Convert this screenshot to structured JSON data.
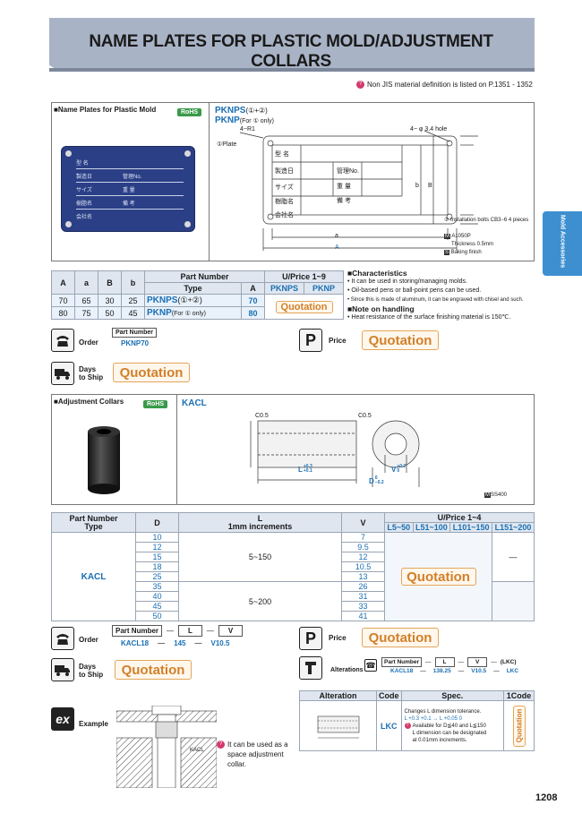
{
  "header": {
    "title": "NAME PLATES FOR PLASTIC MOLD/ADJUSTMENT COLLARS",
    "note": "Non JIS material definition is listed on P.1351 - 1352",
    "side_tab": "Mold Accessories"
  },
  "colors": {
    "banner": "#a9b3c6",
    "accent_blue": "#1a6fb3",
    "quote_orange": "#d2802a",
    "rohs_green": "#3a9a4a"
  },
  "plates": {
    "section_label": "Name Plates for Plastic Mold",
    "rohs": "RoHS",
    "pknps_line": "PKNPS",
    "pknps_suffix": "(①+②)",
    "pknp_line": "PKNP",
    "pknp_suffix": "(For ① only)",
    "dim_4r1": "4−R1",
    "dim_hole": "4− φ 3.4 hole",
    "plate_label": "①Plate",
    "bolts": "② Installation bolts  CB3−6  4 pieces",
    "mat_m": "M",
    "material": "A1050P",
    "thickness": "Thickness    0.5mm",
    "mat_s": "S",
    "finish": "Baking finish",
    "dim_a": "a",
    "dim_A": "A",
    "dim_b": "b",
    "dim_B": "B",
    "photo_rows": [
      "型  名",
      "製造日",
      "サイズ",
      "樹脂名",
      "会社名"
    ],
    "photo_right": [
      "管理No.",
      "重  量",
      "備  考"
    ],
    "drawing_rows": [
      "型  名",
      "製造日",
      "サイズ",
      "樹脂名",
      "会社名"
    ],
    "drawing_right": [
      "管理No.",
      "重  量",
      "備  考"
    ]
  },
  "plate_table": {
    "headers": {
      "A": "A",
      "a": "a",
      "B": "B",
      "b": "b",
      "part_number": "Part Number",
      "type": "Type",
      "A2": "A",
      "uprice": "U/Price   1~9",
      "pknps": "PKNPS",
      "pknp": "PKNP"
    },
    "rows": [
      {
        "A": "70",
        "a": "65",
        "B": "30",
        "b": "25",
        "type": "PKNPS",
        "type_suffix": "(①+②)",
        "A2": "70"
      },
      {
        "A": "80",
        "a": "75",
        "B": "50",
        "b": "45",
        "type": "PKNP",
        "type_suffix": "(For ① only)",
        "A2": "80"
      }
    ],
    "quotation": "Quotation"
  },
  "characteristics": {
    "title": "■Characteristics",
    "items": [
      "• It can be used in storing/managing molds.",
      "• Oil-based pens or ball-point pens can be used.",
      "• Since this is made of aluminum, it can be engraved with chisel and such."
    ],
    "handling_title": "■Note on handling",
    "handling_items": [
      "• Heat resistance of the surface finishing material is 150℃."
    ]
  },
  "plate_order": {
    "order_label": "Order",
    "part_number_label": "Part Number",
    "example": "PKNP70",
    "days_label": "Days\nto Ship",
    "days_line1": "Days",
    "days_line2": "to Ship",
    "price_label": "Price",
    "quotation": "Quotation"
  },
  "collars": {
    "section_label": "■Adjustment Collars",
    "rohs": "RoHS",
    "type": "KACL",
    "c05_left": "C0.5",
    "c05_right": "C0.5",
    "L_tol": "L",
    "L_tol_vals": "+0.3\n+0.1",
    "L_tol_up": "+0.3",
    "L_tol_dn": "+0.1",
    "V_lbl": "V",
    "V_tol_up": "+0.2",
    "V_tol_dn": "0",
    "D_lbl": "D",
    "D_tol_up": "0",
    "D_tol_dn": "−0.2",
    "material_m": "M",
    "material": "SS400",
    "dim_L": "L",
    "dim_D": "D"
  },
  "collar_table": {
    "headers": {
      "part_number": "Part Number",
      "type": "Type",
      "D": "D",
      "L": "L",
      "L_sub": "1mm increments",
      "V": "V",
      "uprice": "U/Price   1~4",
      "cols": [
        "L5~50",
        "L51~100",
        "L101~150",
        "L151~200"
      ]
    },
    "type_value": "KACL",
    "D_values": [
      "10",
      "12",
      "15",
      "18",
      "25",
      "35",
      "40",
      "45",
      "50"
    ],
    "V_values": [
      "7",
      "9.5",
      "12",
      "10.5",
      "13",
      "26",
      "31",
      "33",
      "41"
    ],
    "L_range_1": "5~150",
    "L_range_2": "5~200",
    "dash": "—",
    "quotation": "Quotation"
  },
  "collar_order": {
    "order_label": "Order",
    "part_number_label": "Part Number",
    "dash": "—",
    "L": "L",
    "V": "V",
    "ex_pn": "KACL18",
    "ex_L": "145",
    "ex_V": "V10.5",
    "days_line1": "Days",
    "days_line2": "to Ship",
    "price_label": "Price",
    "quotation": "Quotation"
  },
  "alterations": {
    "label": "Alterations",
    "part_number_label": "Part Number",
    "L": "L",
    "V": "V",
    "code": "(LKC)",
    "ex_pn": "KACL18",
    "ex_L": "138.25",
    "ex_V": "V10.5",
    "ex_code": "LKC",
    "headers": {
      "alteration": "Alteration",
      "code": "Code",
      "spec": "Spec.",
      "one_code": "1Code"
    },
    "row_code": "LKC",
    "spec_lines": [
      "Changes L dimension tolerance.",
      "L +0.3/+0.1  →  L +0.05/0",
      "Available for D≦40 and L≦150",
      "L dimension can be designated",
      "at 0.01mm increments."
    ],
    "spec_line1": "Changes L dimension tolerance.",
    "spec_line2": "L +0.3 +0.1  →  L +0.05 0",
    "spec_line3": "Available for D≦40 and L≦150",
    "spec_line4": "L dimension can be designated",
    "spec_line5": "at 0.01mm increments.",
    "quotation": "Quotation",
    "diagram_L": "L"
  },
  "example": {
    "label": "Example",
    "kacl": "KACL",
    "note_line1": "It can be used as a",
    "note_line2": "space adjustment",
    "note_line3": "collar."
  },
  "footer": {
    "page": "1208"
  }
}
